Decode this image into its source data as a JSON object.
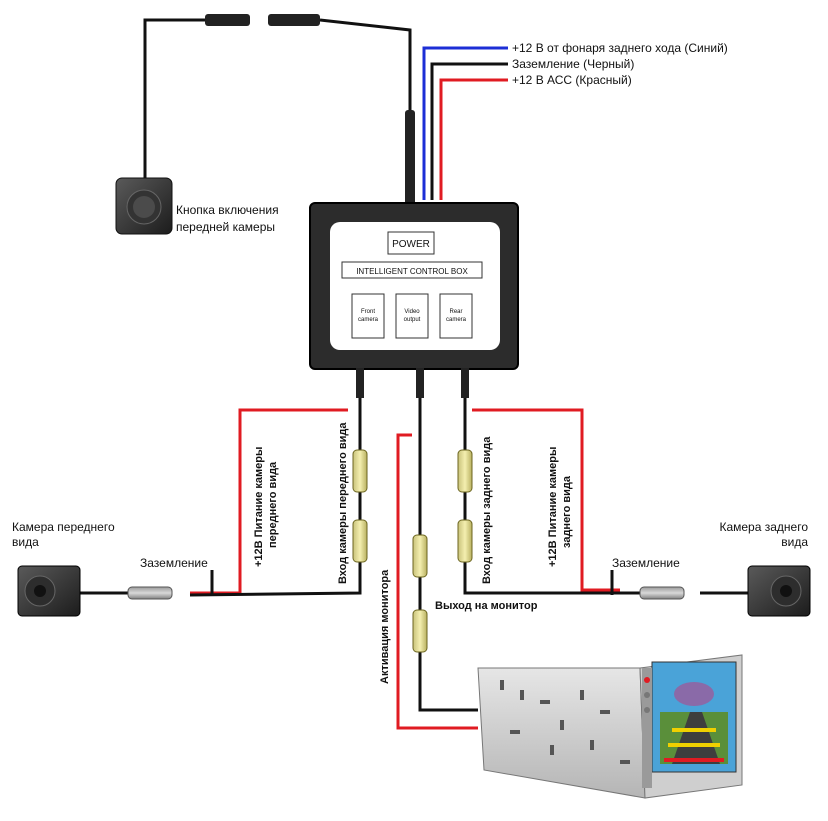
{
  "wire_labels": {
    "blue": "+12 В от фонаря заднего хода (Синий)",
    "black": "Заземление (Черный)",
    "red": "+12 В АСС (Красный)"
  },
  "button_label": [
    "Кнопка включения",
    "передней камеры"
  ],
  "control_box": {
    "power": "POWER",
    "name": "INTELLIGENT CONTROL BOX",
    "front": [
      "Front",
      "camera"
    ],
    "video": [
      "Video",
      "output"
    ],
    "rear": [
      "Rear",
      "camera"
    ]
  },
  "front_camera_label": [
    "Камера переднего",
    "вида"
  ],
  "rear_camera_label": [
    "Камера заднего",
    "вида"
  ],
  "ground_left": "Заземление",
  "ground_right": "Заземление",
  "front_power": [
    "+12В Питание камеры",
    "переднего вида"
  ],
  "front_input": "Вход камеры переднего вида",
  "rear_input": "Вход камеры заднего вида",
  "rear_power": [
    "+12В Питание камеры",
    "заднего вида"
  ],
  "monitor_activation": "Активация монитора",
  "monitor_output": "Выход на монитор",
  "colors": {
    "red": "#e01b22",
    "blue": "#1d2fd6",
    "black": "#111111",
    "rca_yellow": "#e8e07a"
  }
}
